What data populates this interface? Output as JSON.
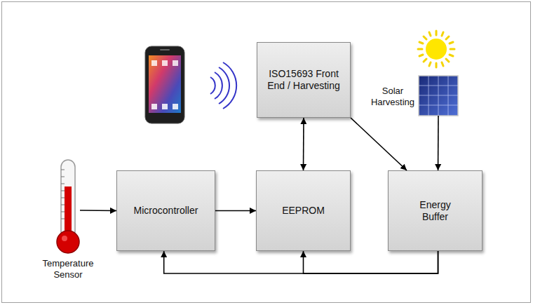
{
  "diagram": {
    "nodes": [
      {
        "text": [
          "ISO15693 Front End / Harvesting"
        ]
      },
      {
        "text": [
          "Solar Harvesting"
        ]
      },
      {
        "text": [
          "Temperature Sensor"
        ]
      },
      {
        "text": [
          "Microcontroller"
        ]
      },
      {
        "text": [
          "EEPROM"
        ]
      },
      {
        "text": [
          "Energy Buffer"
        ]
      }
    ],
    "edges": [
      {
        "from": 2,
        "to": 3,
        "arrow": "to"
      },
      {
        "from": 3,
        "to": 4,
        "arrow": "to"
      },
      {
        "from": 0,
        "to": 4,
        "arrow": "both"
      },
      {
        "from": 0,
        "to": 5,
        "arrow": "to"
      },
      {
        "from": 1,
        "to": 5,
        "arrow": "to"
      },
      {
        "from": 5,
        "to": 3,
        "arrow": "to"
      },
      {
        "from": 5,
        "to": 4,
        "arrow": "to"
      }
    ]
  }
}
